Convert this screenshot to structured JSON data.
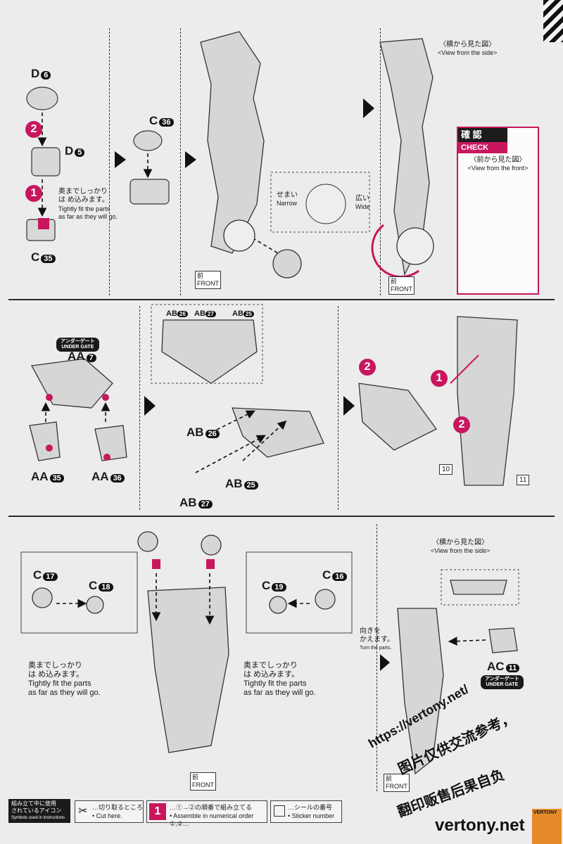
{
  "page": {
    "watermark_text": "https://vertony.net/",
    "watermark_cn": "图片仅供交流参考，",
    "watermark_cn2": "翻印贩售后果自负",
    "brand": "vertony.net",
    "page_badge": "VERTONY"
  },
  "colors": {
    "accent": "#c8175d",
    "dark": "#1a1a1a",
    "divider": "#2a2a2a"
  },
  "section1": {
    "parts": {
      "d6": "D",
      "d5": "D",
      "c35": "C",
      "c36": "C"
    },
    "numbers": {
      "d6": "6",
      "d5": "5",
      "c35": "35",
      "c36": "36"
    },
    "note_jp": [
      "奥までしっかり",
      "は め込みます。"
    ],
    "note_en": [
      "Tightly fit the parts",
      "as far as they will go."
    ],
    "narrow_jp": "せまい",
    "narrow_en": "Narrow",
    "wide_jp": "広い",
    "wide_en": "Wide",
    "side_view_jp": "〈横から見た図〉",
    "side_view_en": "<View from the side>",
    "check_jp": "確 認",
    "check_en": "CHECK",
    "front_view_jp": "〈前から見た図〉",
    "front_view_en": "<View from the front>",
    "front_jp": "前",
    "front_en": "FRONT",
    "step_labels": [
      "1",
      "2"
    ]
  },
  "section2": {
    "under_gate_jp": "アンダーゲート",
    "under_gate_en": "UNDER GATE",
    "parts": {
      "aa7": "AA",
      "aa35": "AA",
      "aa36": "AA",
      "ab26": "AB",
      "ab27": "AB",
      "ab25": "AB",
      "ab26b": "AB",
      "ab27b": "AB",
      "ab25b": "AB"
    },
    "numbers": {
      "aa7": "7",
      "aa35": "35",
      "aa36": "36",
      "ab26": "26",
      "ab27": "27",
      "ab25": "25",
      "ab26b": "26",
      "ab27b": "27",
      "ab25b": "25"
    },
    "sticker_numbers": [
      "10",
      "11"
    ],
    "step_labels": [
      "2",
      "1",
      "2"
    ]
  },
  "section3": {
    "parts": {
      "c17": "C",
      "c18": "C",
      "c19": "C",
      "c16": "C",
      "ac11": "AC"
    },
    "numbers": {
      "c17": "17",
      "c18": "18",
      "c19": "19",
      "c16": "16",
      "ac11": "11"
    },
    "note_jp": [
      "奥までしっかり",
      "は め込みます。"
    ],
    "note_en": [
      "Tightly fit the parts",
      "as far as they will go."
    ],
    "side_view_jp": "〈横から見た図〉",
    "side_view_en": "<View from the side>",
    "turn_jp": [
      "向きを",
      "かえます。"
    ],
    "turn_en": "Turn the parts.",
    "under_gate_jp": "アンダーゲート",
    "under_gate_en": "UNDER GATE",
    "front_jp": "前",
    "front_en": "FRONT"
  },
  "legend": {
    "head_jp": [
      "組み立て中に使用",
      "されているアイコン"
    ],
    "head_en": "Symbols used in instructions",
    "cut_jp": "…切り取るところ",
    "cut_en": "• Cut here.",
    "order_jp": "…①→②の順番で組み立てる",
    "order_en": "• Assemble in numerical order ①,②…",
    "sticker_jp": "…シールの番号",
    "sticker_en": "• Sticker number",
    "order_icon": "1"
  }
}
